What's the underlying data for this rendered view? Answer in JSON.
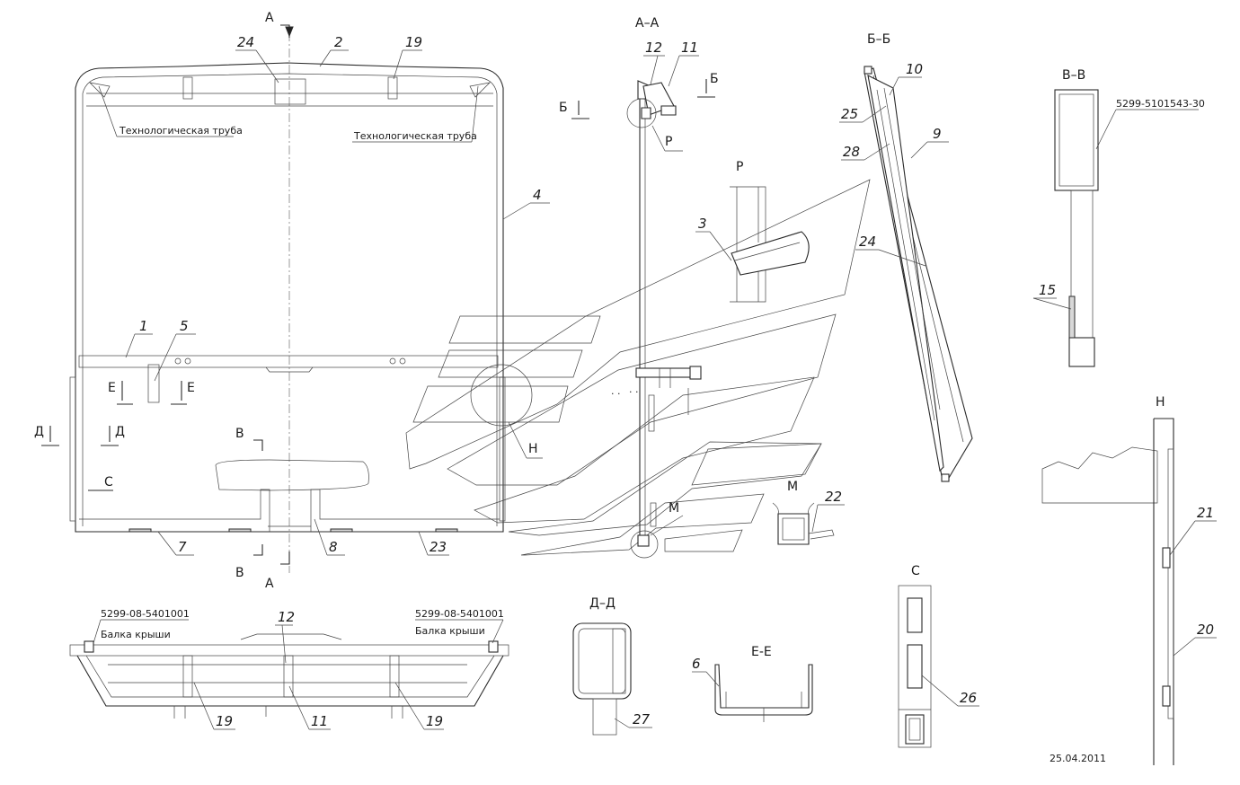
{
  "sections": {
    "aa": "А–А",
    "bb": "Б–Б",
    "vv": "В–В",
    "dd": "Д–Д",
    "ee": "Е-Е",
    "r": "Р",
    "n": "Н",
    "m": "М",
    "c": "С"
  },
  "cut_marks": {
    "a": "А",
    "b": "Б",
    "v": "В",
    "d": "Д",
    "e": "Е",
    "c": "С",
    "r": "Р",
    "n": "Н",
    "m": "М"
  },
  "notes": {
    "tech_pipe": "Технологическая труба",
    "roof_beam": "Балка крыши",
    "roof_beam_part": "5299-08-5401001",
    "profile_part": "5299-5101543-30",
    "date": "25.04.2011"
  },
  "callouts": {
    "c1": "1",
    "c2": "2",
    "c3": "3",
    "c4": "4",
    "c5": "5",
    "c6": "6",
    "c7": "7",
    "c8": "8",
    "c9": "9",
    "c10": "10",
    "c11": "11",
    "c12": "12",
    "c15": "15",
    "c19": "19",
    "c20": "20",
    "c21": "21",
    "c22": "22",
    "c23": "23",
    "c24": "24",
    "c25": "25",
    "c26": "26",
    "c27": "27",
    "c28": "28"
  }
}
